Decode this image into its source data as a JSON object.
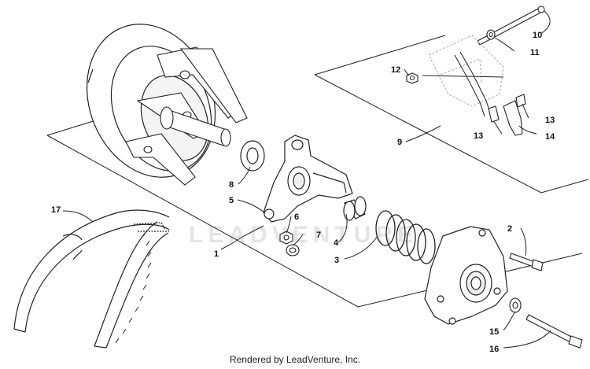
{
  "diagram": {
    "watermark": "LEADVENTURE",
    "footer": "Rendered by LeadVenture, Inc.",
    "callouts": {
      "c1": "1",
      "c2": "2",
      "c3": "3",
      "c4": "4",
      "c5": "5",
      "c6": "6",
      "c7": "7",
      "c8": "8",
      "c9": "9",
      "c10": "10",
      "c11": "11",
      "c12": "12",
      "c13a": "13",
      "c13b": "13",
      "c14": "14",
      "c15": "15",
      "c16": "16",
      "c17": "17"
    }
  }
}
